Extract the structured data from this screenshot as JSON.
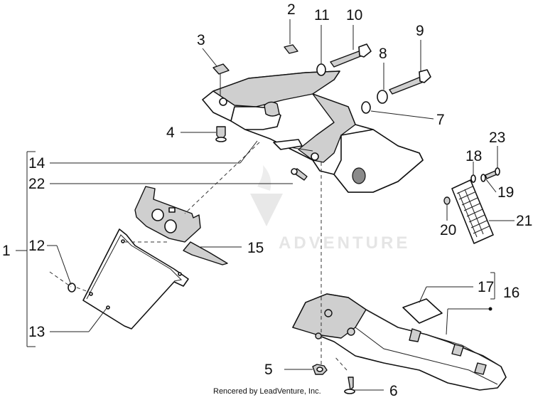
{
  "callouts": [
    "1",
    "2",
    "3",
    "4",
    "5",
    "6",
    "7",
    "8",
    "9",
    "10",
    "11",
    "12",
    "13",
    "14",
    "15",
    "16",
    "17",
    "18",
    "19",
    "20",
    "21",
    "22",
    "23"
  ],
  "watermark": "ADVENTURE",
  "credit": "Rencered by LeadVenture, Inc."
}
